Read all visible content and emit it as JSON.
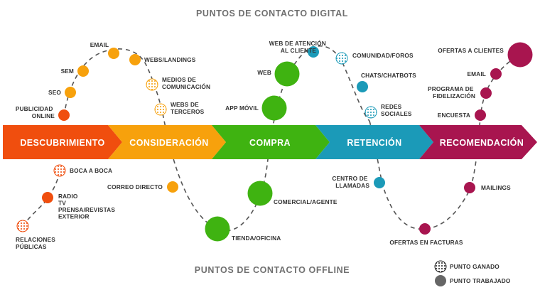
{
  "titles": {
    "digital": "PUNTOS DE CONTACTO DIGITAL",
    "offline": "PUNTOS DE CONTACTO OFFLINE"
  },
  "stages": [
    {
      "label": "DESCUBRIMIENTO",
      "color": "#F04E0E"
    },
    {
      "label": "CONSIDERACIÓN",
      "color": "#F7A10C"
    },
    {
      "label": "COMPRA",
      "color": "#3FB311"
    },
    {
      "label": "RETENCIÓN",
      "color": "#1B9AB8"
    },
    {
      "label": "RECOMENDACIÓN",
      "color": "#A8154F"
    }
  ],
  "touchpoints": {
    "publicidad_online": {
      "lines": [
        "PUBLICIDAD",
        "ONLINE"
      ],
      "type": "trabajado"
    },
    "seo": {
      "lines": [
        "SEO"
      ],
      "type": "trabajado"
    },
    "sem": {
      "lines": [
        "SEM"
      ],
      "type": "trabajado"
    },
    "email_top": {
      "lines": [
        "EMAIL"
      ],
      "type": "trabajado"
    },
    "webs_landings": {
      "lines": [
        "WEBS/LANDINGS"
      ],
      "type": "trabajado"
    },
    "medios_comunicacion": {
      "lines": [
        "MEDIOS DE",
        "COMUNICACIÓN"
      ],
      "type": "ganado"
    },
    "webs_terceros": {
      "lines": [
        "WEBS DE",
        "TERCEROS"
      ],
      "type": "ganado"
    },
    "app_movil": {
      "lines": [
        "APP MÓVIL"
      ],
      "type": "trabajado"
    },
    "web": {
      "lines": [
        "WEB"
      ],
      "type": "trabajado"
    },
    "web_atencion": {
      "lines": [
        "WEB DE ATENCIÓN",
        "AL CLIENTE"
      ],
      "type": "trabajado"
    },
    "comunidad_foros": {
      "lines": [
        "COMUNIDAD/FOROS"
      ],
      "type": "ganado"
    },
    "chats_chatbots": {
      "lines": [
        "CHATS/CHATBOTS"
      ],
      "type": "trabajado"
    },
    "redes_sociales": {
      "lines": [
        "REDES",
        "SOCIALES"
      ],
      "type": "ganado"
    },
    "encuesta": {
      "lines": [
        "ENCUESTA"
      ],
      "type": "trabajado"
    },
    "programa_fidelizacion": {
      "lines": [
        "PROGRAMA DE",
        "FIDELIZACIÓN"
      ],
      "type": "trabajado"
    },
    "email_right": {
      "lines": [
        "EMAIL"
      ],
      "type": "trabajado"
    },
    "ofertas_clientes": {
      "lines": [
        "OFERTAS A CLIENTES"
      ],
      "type": "trabajado"
    },
    "boca_a_boca": {
      "lines": [
        "BOCA A BOCA"
      ],
      "type": "ganado"
    },
    "radio_tv": {
      "lines": [
        "RADIO",
        "TV",
        "PRENSA/REVISTAS",
        "EXTERIOR"
      ],
      "type": "trabajado"
    },
    "relaciones_publicas": {
      "lines": [
        "RELACIONES",
        "PÚBLICAS"
      ],
      "type": "ganado"
    },
    "correo_directo": {
      "lines": [
        "CORREO DIRECTO"
      ],
      "type": "trabajado"
    },
    "tienda_oficina": {
      "lines": [
        "TIENDA/OFICINA"
      ],
      "type": "trabajado"
    },
    "comercial_agente": {
      "lines": [
        "COMERCIAL/AGENTE"
      ],
      "type": "trabajado"
    },
    "centro_llamadas": {
      "lines": [
        "CENTRO DE",
        "LLAMADAS"
      ],
      "type": "trabajado"
    },
    "ofertas_facturas": {
      "lines": [
        "OFERTAS EN FACTURAS"
      ],
      "type": "trabajado"
    },
    "mailings": {
      "lines": [
        "MAILINGS"
      ],
      "type": "trabajado"
    }
  },
  "legend": {
    "ganado": "PUNTO GANADO",
    "trabajado": "PUNTO TRABAJADO"
  }
}
